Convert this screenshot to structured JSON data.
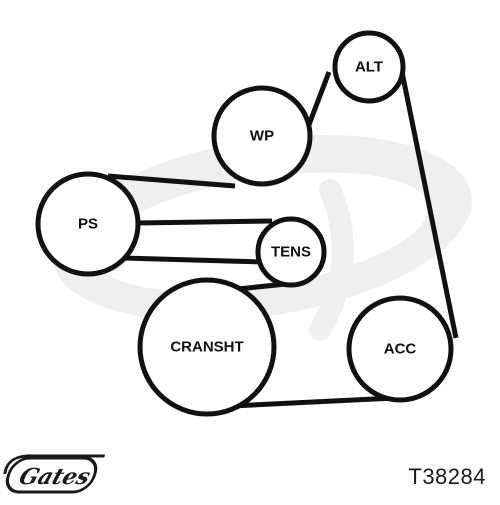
{
  "brand": {
    "name": "Gates",
    "watermark_color": "#ededed",
    "logo_color": "#1a1a1a"
  },
  "part_number": "T38284",
  "diagram": {
    "belt_color": "#111111",
    "pulleys": [
      {
        "id": "alt",
        "label": "ALT"
      },
      {
        "id": "wp",
        "label": "WP"
      },
      {
        "id": "ps",
        "label": "PS"
      },
      {
        "id": "tens",
        "label": "TENS"
      },
      {
        "id": "cranksht",
        "label": "CRANSHT"
      },
      {
        "id": "acc",
        "label": "ACC"
      }
    ]
  }
}
